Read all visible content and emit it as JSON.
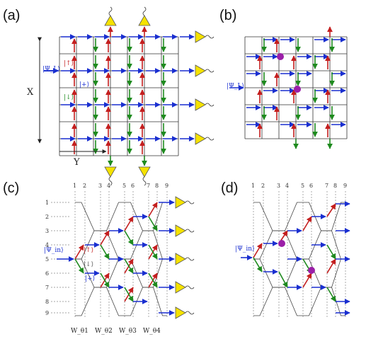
{
  "panels": {
    "a": {
      "label": "(a)",
      "x_axis_label": "X",
      "y_axis_label": "Y",
      "input_state": "|Ψ_L⟩",
      "state_up": "|↑⟩",
      "state_down": "|↓⟩",
      "state_plus": "|+⟩"
    },
    "b": {
      "label": "(b)",
      "input_state": "|Ψ_L⟩"
    },
    "c": {
      "label": "(c)",
      "column_numbers": [
        "1",
        "2",
        "3",
        "4",
        "5",
        "6",
        "7",
        "8",
        "9"
      ],
      "row_numbers": [
        "1",
        "2",
        "3",
        "4",
        "5",
        "6",
        "7",
        "8",
        "9"
      ],
      "input_state": "|Ψ_in⟩",
      "state_up": "|↑⟩",
      "state_down": "|↓⟩",
      "state_plus": "|+⟩",
      "theta_labels": [
        "W_θ1",
        "W_θ2",
        "W_θ3",
        "W_θ4"
      ]
    },
    "d": {
      "label": "(d)",
      "column_numbers": [
        "1",
        "2",
        "3",
        "4",
        "5",
        "6",
        "7",
        "8",
        "9"
      ],
      "input_state": "|Ψ_in⟩"
    }
  },
  "colors": {
    "blue": "#1a2fd0",
    "red": "#c41e1e",
    "green": "#1e8a1e",
    "grid": "#333333",
    "detector": "#f5e200",
    "defect": "#9b1fa8"
  }
}
